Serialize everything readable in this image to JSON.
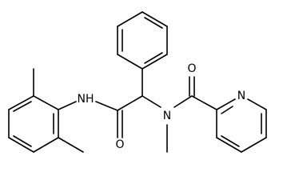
{
  "molecule": {
    "atom_labels": {
      "nh": "NH",
      "o": "O",
      "n_amide": "N",
      "n_pyridine": "N"
    },
    "colors": {
      "background": "#ffffff",
      "bond": "#000000",
      "text": "#000000"
    }
  }
}
